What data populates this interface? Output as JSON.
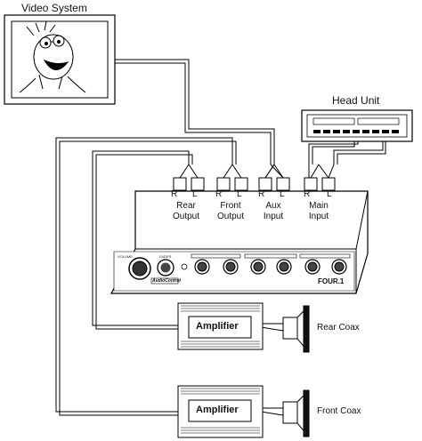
{
  "labels": {
    "video_system": "Video System",
    "head_unit": "Head Unit"
  },
  "processor": {
    "ports": [
      "R",
      "L",
      "R",
      "L",
      "R",
      "L",
      "R",
      "L"
    ],
    "groups": [
      {
        "line1": "Rear",
        "line2": "Output"
      },
      {
        "line1": "Front",
        "line2": "Output"
      },
      {
        "line1": "Aux",
        "line2": "Input"
      },
      {
        "line1": "Main",
        "line2": "Input"
      }
    ],
    "front_panel": {
      "volume": "VOLUME",
      "fader": "FADER",
      "brand": "AudioControl",
      "model": "FOUR.1"
    }
  },
  "amplifiers": [
    {
      "label": "Amplifier",
      "speaker": "Rear Coax"
    },
    {
      "label": "Amplifier",
      "speaker": "Front Coax"
    }
  ]
}
